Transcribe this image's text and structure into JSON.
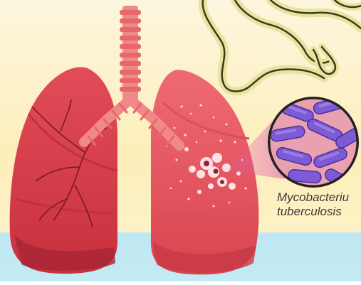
{
  "caption": {
    "line1": "Mycobacteriu",
    "line2": "tuberculosis"
  },
  "colors": {
    "background_top": "#fdf6df",
    "background_mid": "#fdeeba",
    "background_bottom": "#bfe8f2",
    "lung_healthy": "#e8505a",
    "lung_infected": "#f17078",
    "trachea": "#f08a8a",
    "bacteria": "#7e5bd6",
    "magnifier_bg": "#e9a0b0",
    "outline_sketch": "#3e3a1a",
    "sketch_fill": "#e6e4a0"
  },
  "icons": {
    "lungs": "lungs-illustration",
    "magnifier": "magnified-bacteria-circle",
    "sketch": "outline-sketch-figure"
  }
}
